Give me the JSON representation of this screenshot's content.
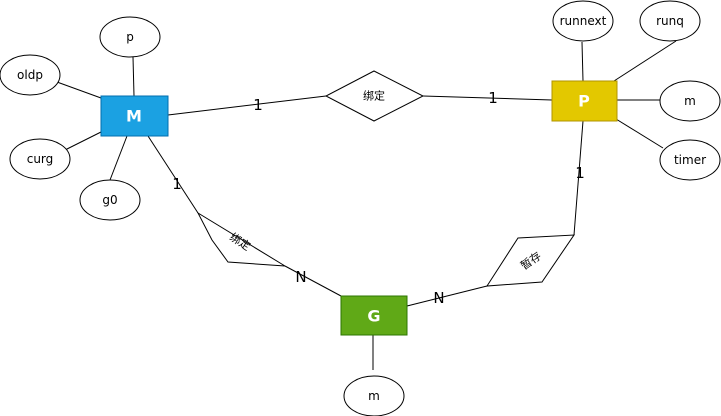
{
  "entities": {
    "M": {
      "label": "M",
      "color": "#1ba1e2"
    },
    "P": {
      "label": "P",
      "color": "#e3c800"
    },
    "G": {
      "label": "G",
      "color": "#60a917"
    }
  },
  "attributes": {
    "m_p": "p",
    "m_oldp": "oldp",
    "m_curg": "curg",
    "m_g0": "g0",
    "p_runnext": "runnext",
    "p_runq": "runq",
    "p_m": "m",
    "p_timer": "timer",
    "g_m": "m"
  },
  "relations": {
    "mp": {
      "label": "绑定"
    },
    "mg": {
      "label": "绑定"
    },
    "pg": {
      "label": "暂存",
      "color": "#ea6b66"
    }
  },
  "cardinalities": {
    "mp_m": "1",
    "mp_p": "1",
    "mg_m": "1",
    "mg_g": "N",
    "pg_p": "1",
    "pg_g": "N"
  }
}
